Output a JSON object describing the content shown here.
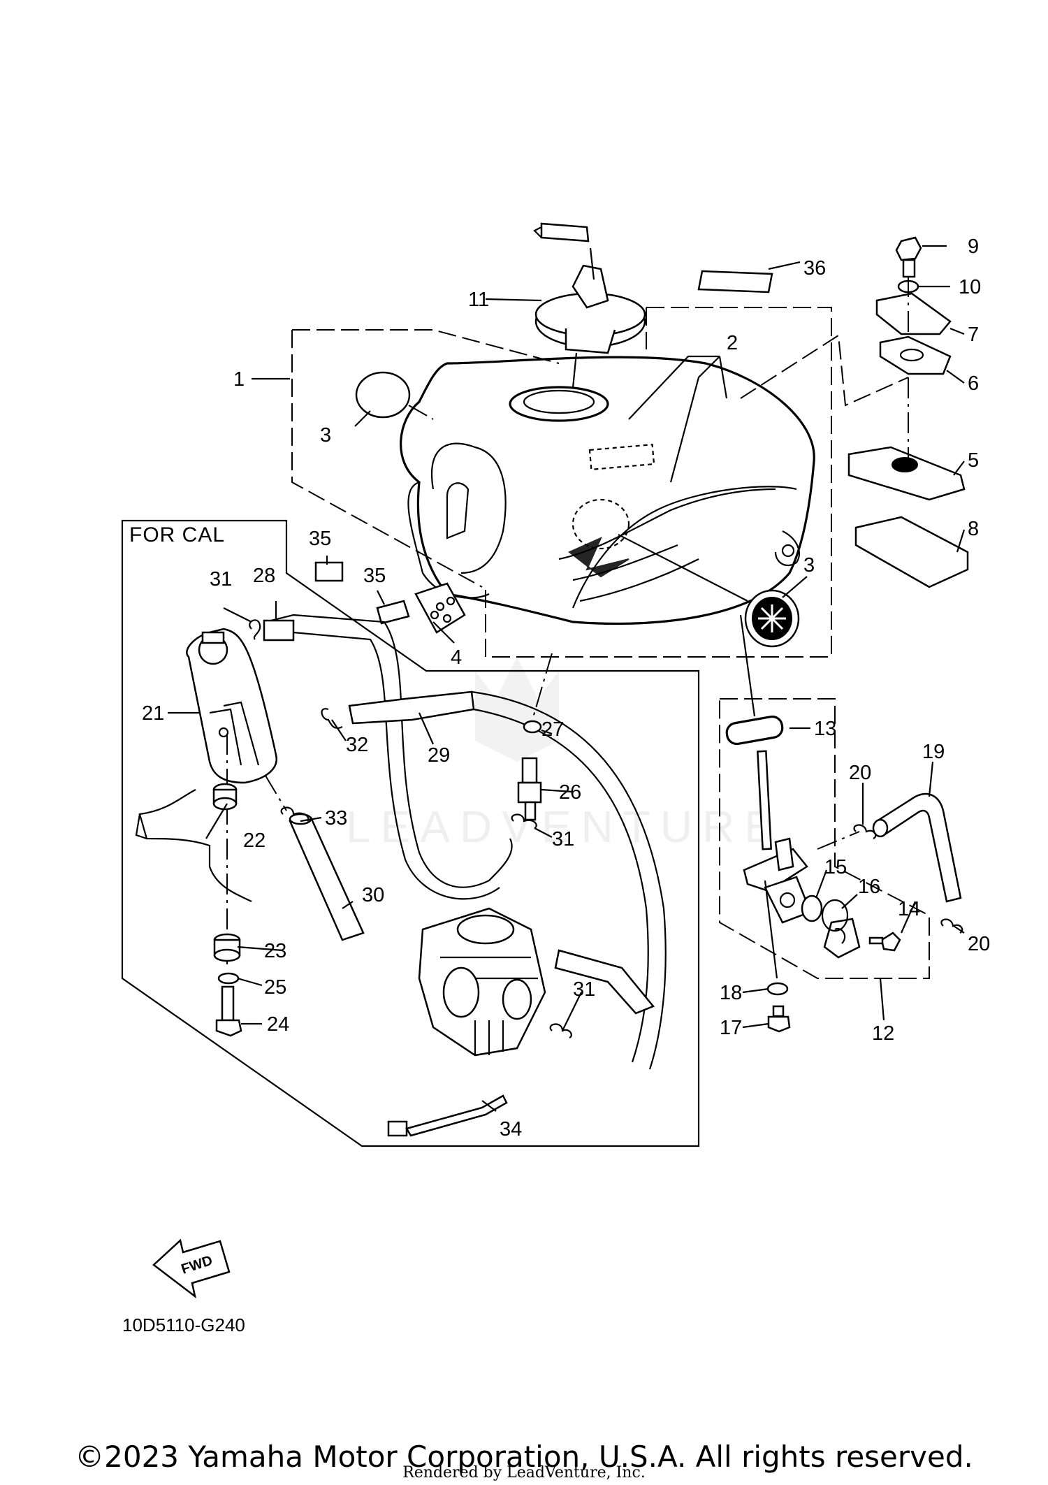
{
  "diagram": {
    "box_title": "FOR CAL",
    "diagram_code": "10D5110-G240",
    "fwd_label": "FWD",
    "watermark": "LEADVENTURE",
    "callouts": {
      "c1": "1",
      "c2": "2",
      "c3a": "3",
      "c3b": "3",
      "c4": "4",
      "c5": "5",
      "c6": "6",
      "c7": "7",
      "c8": "8",
      "c9": "9",
      "c10": "10",
      "c11": "11",
      "c12": "12",
      "c13": "13",
      "c14": "14",
      "c15": "15",
      "c16": "16",
      "c17": "17",
      "c18": "18",
      "c19": "19",
      "c20a": "20",
      "c20b": "20",
      "c21": "21",
      "c22": "22",
      "c23": "23",
      "c24": "24",
      "c25": "25",
      "c26": "26",
      "c27": "27",
      "c28": "28",
      "c29": "29",
      "c30": "30",
      "c31a": "31",
      "c31b": "31",
      "c31c": "31",
      "c32": "32",
      "c33": "33",
      "c34": "34",
      "c35a": "35",
      "c35b": "35",
      "c36": "36"
    }
  },
  "footer": {
    "copyright": "©2023 Yamaha Motor Corporation, U.S.A. All rights reserved.",
    "rendered_by": "Rendered by LeadVenture, Inc."
  }
}
